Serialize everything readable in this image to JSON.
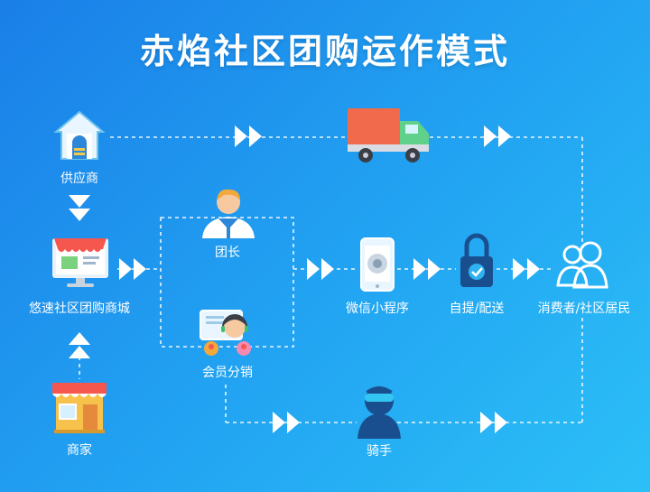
{
  "title": "赤焰社区团购运作模式",
  "nodes": {
    "supplier": "供应商",
    "mall": "悠速社区团购商城",
    "merchant": "商家",
    "leader": "团长",
    "distribution": "会员分销",
    "miniprogram": "微信小程序",
    "pickup": "自提/配送",
    "consumer": "消费者/社区居民",
    "rider": "骑手"
  },
  "colors": {
    "background": "#1e90ee",
    "line": "#ffffff",
    "truck_body": "#f16a4b",
    "truck_cab": "#5fd18b",
    "awning": "#f5574e",
    "shop_wall": "#f7c24b"
  }
}
